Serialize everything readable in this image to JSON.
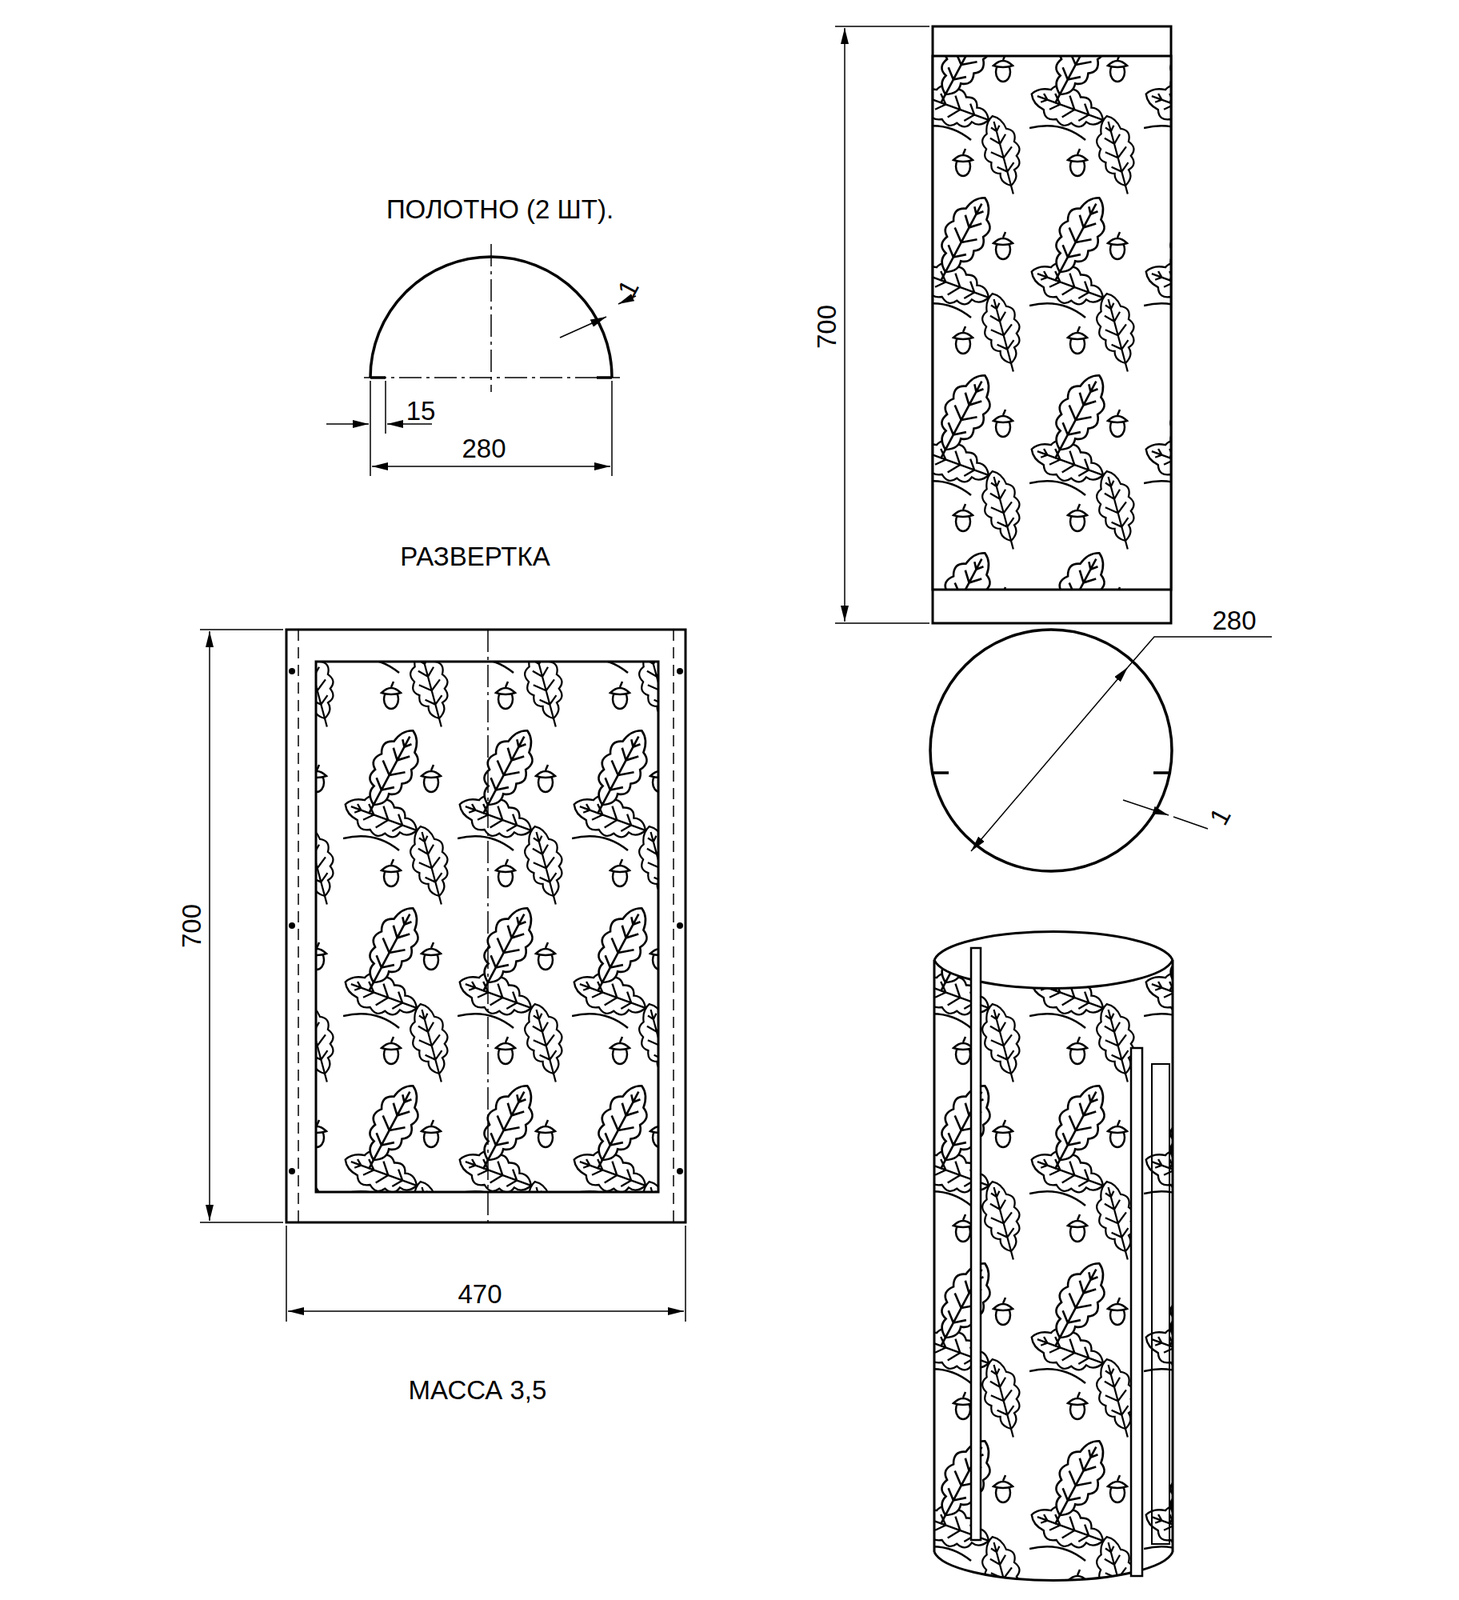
{
  "diagram": {
    "labels": [
      "ПОЛОТНО (2 ШТ).",
      "1",
      "15",
      "280",
      "РАЗВЕРТКА",
      "700",
      "470",
      "МАССА 3,5",
      "700",
      "280",
      "1"
    ]
  }
}
